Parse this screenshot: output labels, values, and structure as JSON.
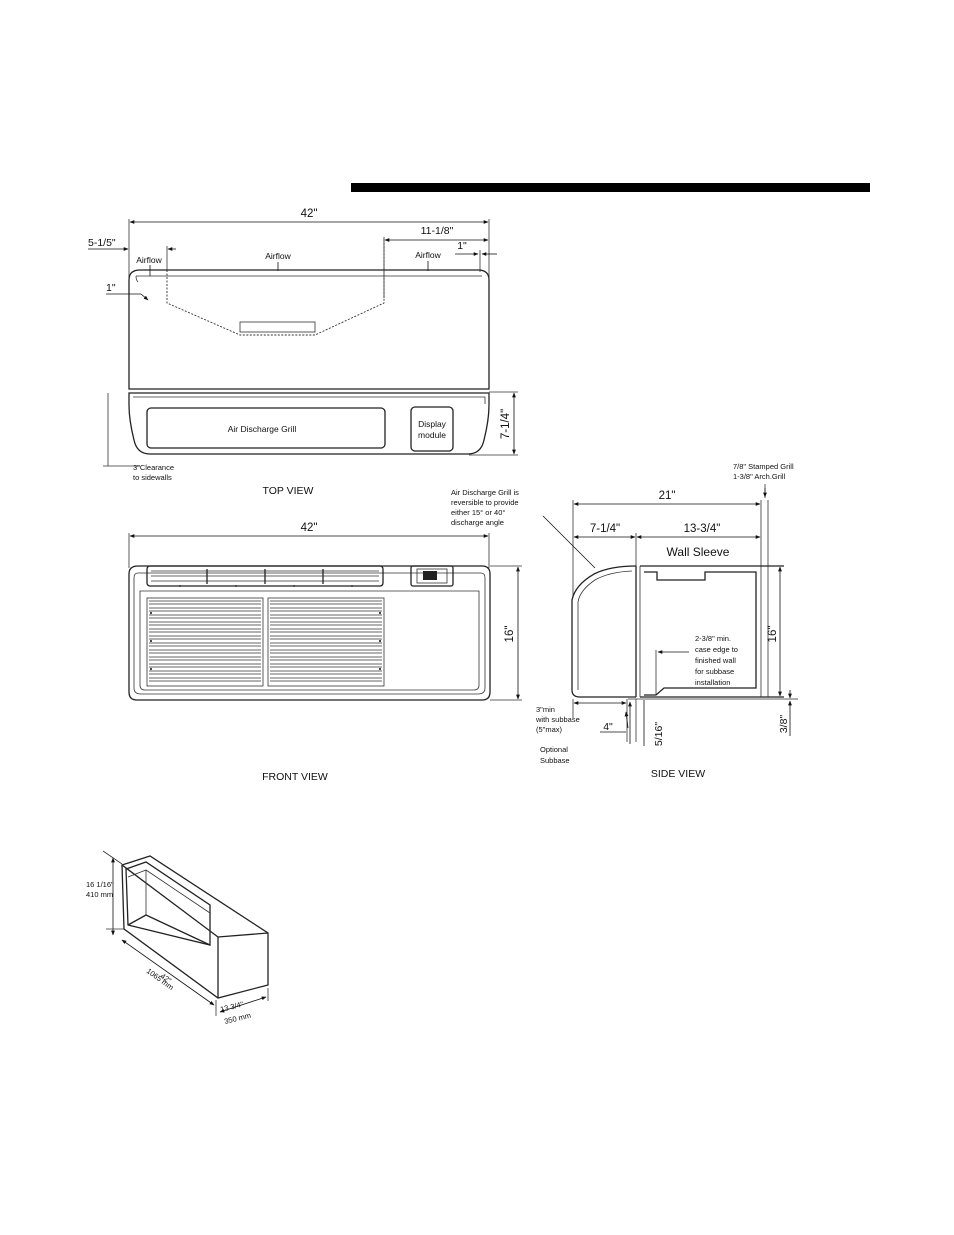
{
  "top_view": {
    "title": "TOP VIEW",
    "dim_width": "42\"",
    "dim_left_offset": "5-1/5\"",
    "dim_right_offset": "11-1/8\"",
    "dim_right_inset": "1\"",
    "dim_left_inset": "1\"",
    "dim_depth": "7-1/4\"",
    "airflow_left": "Airflow",
    "airflow_center": "Airflow",
    "airflow_right": "Airflow",
    "grill_label": "Air Discharge Grill",
    "display_line1": "Display",
    "display_line2": "module",
    "clearance_line1": "3\"Clearance",
    "clearance_line2": "to sidewalls"
  },
  "front_view": {
    "title": "FRONT VIEW",
    "dim_width": "42\"",
    "dim_height": "16\""
  },
  "side_view": {
    "title": "SIDE VIEW",
    "grill_note_lines": [
      "Air Discharge Grill is",
      "reversible to provide",
      "either 15° or 40°",
      "discharge angle"
    ],
    "stamped_grill": "7/8\" Stamped Grill",
    "arch_grill": "1-3/8\" Arch.Grill",
    "dim_total": "21\"",
    "dim_front": "7-1/4\"",
    "dim_sleeve": "13-3/4\"",
    "wall_sleeve": "Wall Sleeve",
    "dim_height": "16\"",
    "case_note_lines": [
      "2-3/8\" min.",
      "case edge to",
      "finished wall",
      "for subbase",
      "installation"
    ],
    "subbase_note_lines": [
      "3\"min",
      "with subbase",
      "(5\"max)"
    ],
    "dim_4": "4\"",
    "dim_5_16": "5/16\"",
    "dim_3_8": "3/8\"",
    "optional_line1": "Optional",
    "optional_line2": "Subbase"
  },
  "sleeve_iso": {
    "height_in": "16 1/16\"",
    "height_mm": "410 mm",
    "length_in": "42\"",
    "length_mm": "1065 mm",
    "depth_in": "13 3/4\"",
    "depth_mm": "350 mm"
  }
}
